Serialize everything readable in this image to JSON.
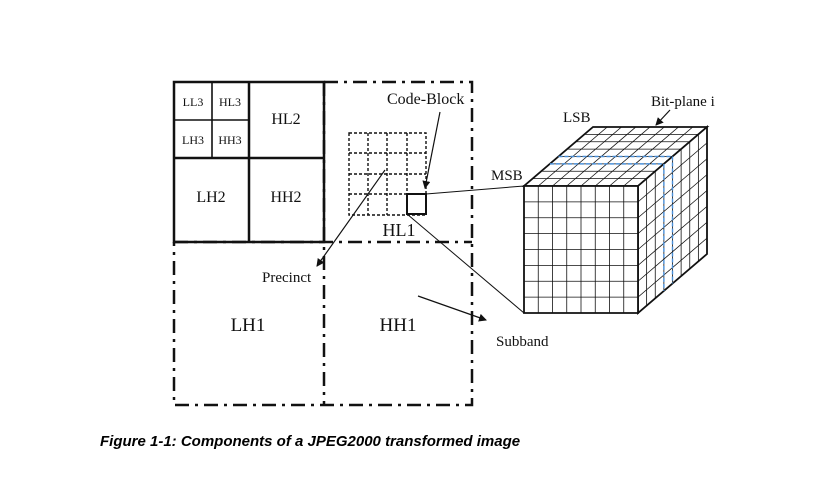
{
  "diagram": {
    "subbands": {
      "ll3": "LL3",
      "hl3": "HL3",
      "lh3": "LH3",
      "hh3": "HH3",
      "hl2": "HL2",
      "lh2": "LH2",
      "hh2": "HH2",
      "hl1": "HL1",
      "lh1": "LH1",
      "hh1": "HH1"
    },
    "callouts": {
      "code_block": "Code-Block",
      "precinct": "Precinct",
      "subband": "Subband",
      "msb": "MSB",
      "lsb": "LSB",
      "bit_plane": "Bit-plane i"
    }
  },
  "caption": "Figure 1-1: Components of a JPEG2000 transformed image",
  "colors": {
    "line": "#111111",
    "bitplane_highlight": "#4a90d9"
  }
}
